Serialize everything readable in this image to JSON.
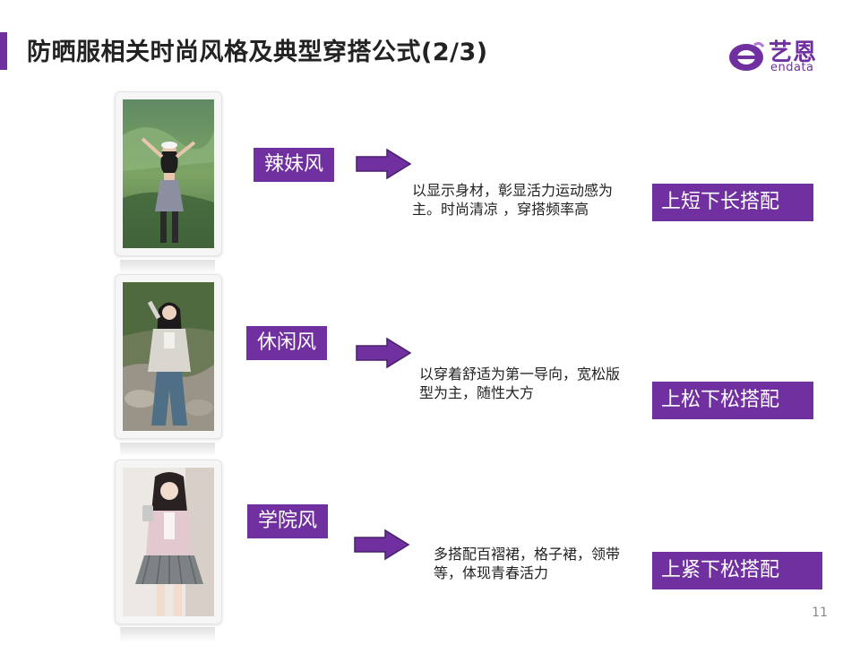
{
  "header": {
    "title": "防晒服相关时尚风格及典型穿搭公式(2/3)",
    "accent_color": "#7030a0"
  },
  "logo": {
    "cn": "艺恩",
    "en": "endata",
    "icon": "endata-logo-icon"
  },
  "styles": [
    {
      "label": "辣妹风",
      "description": "以显示身材，彰显活力运动感为主。时尚清凉 ，穿搭频率高",
      "formula": "上短下长搭配",
      "photo_icon": "photo-spicy-girl-outfit"
    },
    {
      "label": "休闲风",
      "description": "以穿着舒适为第一导向，宽松版型为主，随性大方",
      "formula": "上松下松搭配",
      "photo_icon": "photo-casual-outfit"
    },
    {
      "label": "学院风",
      "description": "多搭配百褶裙，格子裙，领带等，体现青春活力",
      "formula": "上紧下松搭配",
      "photo_icon": "photo-preppy-outfit"
    }
  ],
  "footer": {
    "page_number": "11"
  }
}
